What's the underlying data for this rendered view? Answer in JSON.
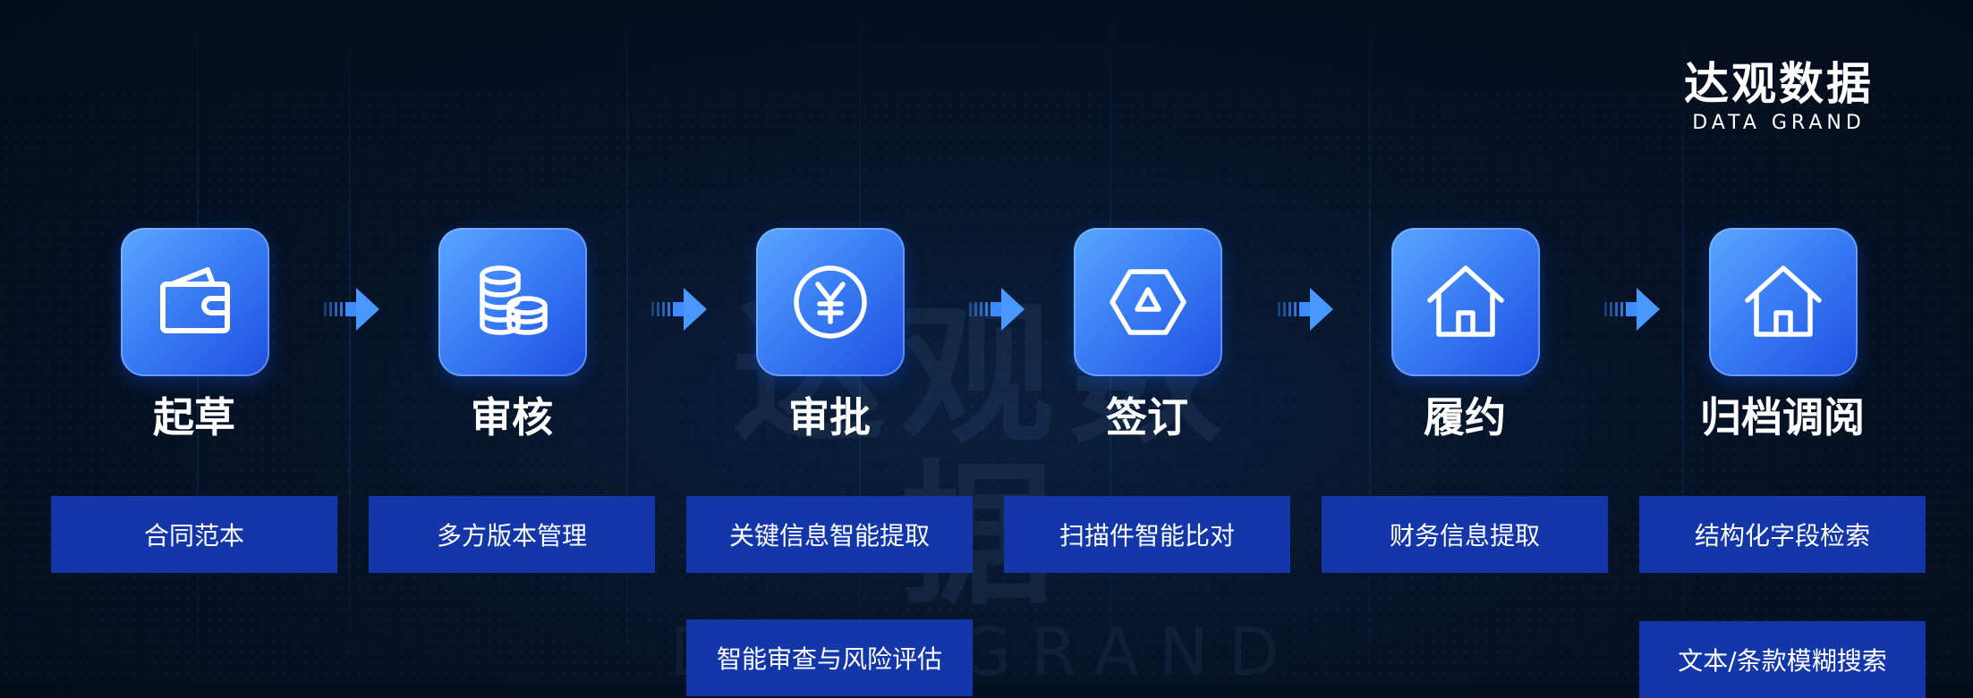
{
  "brand": {
    "name_cn": "达观数据",
    "name_en": "DATA GRAND"
  },
  "watermark": {
    "name_cn": "达观数据",
    "name_en": "DATA GRAND"
  },
  "stages": [
    {
      "title": "起草",
      "icon": "wallet-icon",
      "features": [
        "合同范本"
      ]
    },
    {
      "title": "审核",
      "icon": "coins-icon",
      "features": [
        "多方版本管理"
      ]
    },
    {
      "title": "审批",
      "icon": "yen-icon",
      "features": [
        "关键信息智能提取",
        "智能审查与风险评估"
      ]
    },
    {
      "title": "签订",
      "icon": "hexagon-triangle-icon",
      "features": [
        "扫描件智能比对"
      ]
    },
    {
      "title": "履约",
      "icon": "home-icon",
      "features": [
        "财务信息提取"
      ]
    },
    {
      "title": "归档调阅",
      "icon": "home-icon",
      "features": [
        "结构化字段检索",
        "文本/条款模糊搜索"
      ]
    }
  ],
  "colors": {
    "icon_gradient_start": "#5ba7ff",
    "icon_gradient_end": "#1d4fe0",
    "feature_bg": "#1337a8",
    "arrow": "#3d8bff"
  }
}
